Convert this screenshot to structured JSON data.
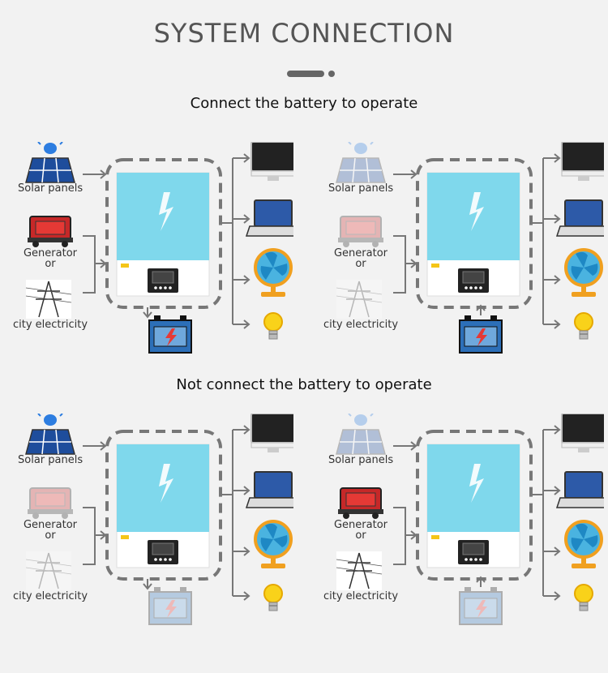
{
  "title": "SYSTEM CONNECTION",
  "section_with_battery": "Connect the battery to operate",
  "section_without_battery": "Not connect the battery to operate",
  "labels": {
    "solar": "Solar panels",
    "generator": "Generator",
    "or": "or",
    "city": "city electricity"
  },
  "colors": {
    "inverter_top": "#7fd8ec",
    "battery": "#2c6fb8",
    "arrow": "#777777",
    "dashed_border": "#777777"
  },
  "panels": [
    {
      "name": "battery-charging",
      "solar_active": true,
      "generator_active": true,
      "city_active": true,
      "battery_active": true,
      "battery_flow": "charge"
    },
    {
      "name": "battery-discharging",
      "solar_active": false,
      "generator_active": false,
      "city_active": false,
      "battery_active": true,
      "battery_flow": "discharge"
    },
    {
      "name": "solar-only",
      "solar_active": true,
      "generator_active": false,
      "city_active": false,
      "battery_active": false,
      "battery_flow": "charge"
    },
    {
      "name": "grid-generator-only",
      "solar_active": false,
      "generator_active": true,
      "city_active": true,
      "battery_active": false,
      "battery_flow": "discharge"
    }
  ]
}
